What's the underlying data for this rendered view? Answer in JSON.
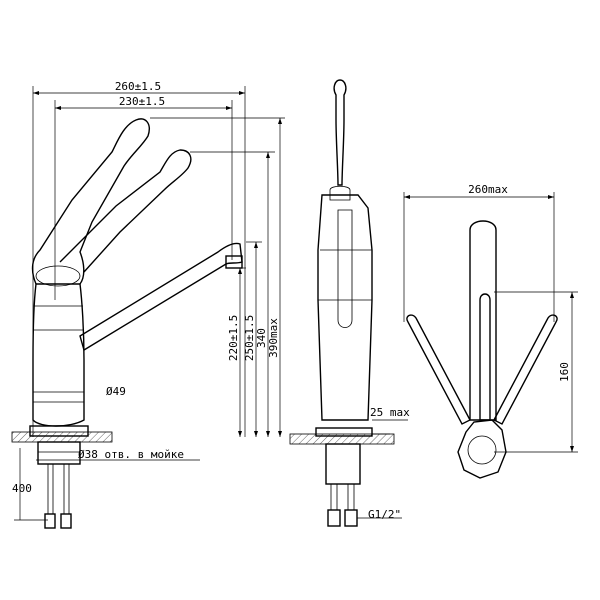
{
  "dimensions": {
    "total_reach": "260±1.5",
    "spout_reach": "230±1.5",
    "outlet_height_220": "220±1.5",
    "outlet_height_250": "250±1.5",
    "body_height": "340",
    "max_height": "390max",
    "body_diameter": "Ø49",
    "hole_diameter": "Ø38 отв. в мойке",
    "hose_length": "400",
    "worktop_max": "25 max",
    "thread": "G1/2\"",
    "lever_span": "260max",
    "lever_to_axis": "160"
  }
}
